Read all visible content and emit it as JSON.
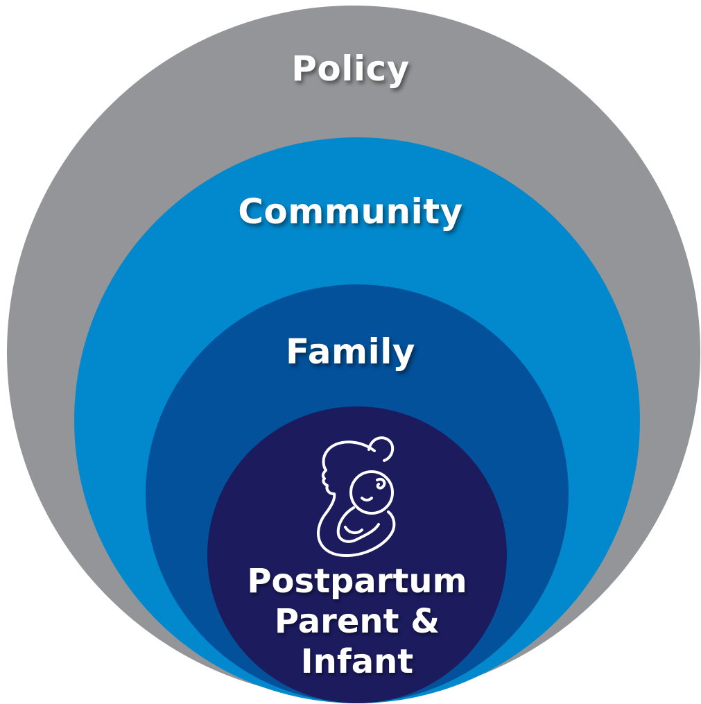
{
  "rings": {
    "policy": {
      "label": "Policy",
      "color": "#939598"
    },
    "community": {
      "label": "Community",
      "color": "#0288cc"
    },
    "family": {
      "label": "Family",
      "color": "#02519a"
    },
    "center": {
      "lines": [
        "Postpartum",
        "Parent &",
        "Infant"
      ],
      "color": "#1b1b5e",
      "icon": "mother-holding-baby-icon"
    }
  }
}
